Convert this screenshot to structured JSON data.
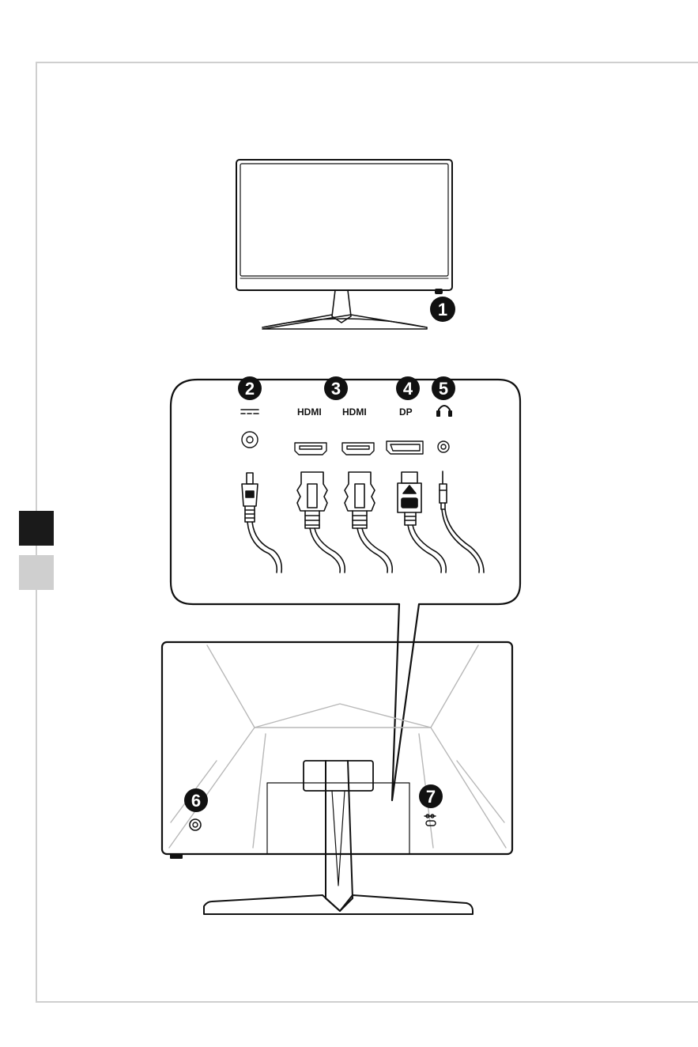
{
  "callouts": {
    "c1": "1",
    "c2": "2",
    "c3": "3",
    "c4": "4",
    "c5": "5",
    "c6": "6",
    "c7": "7"
  },
  "port_labels": {
    "hdmi_1": "HDMI",
    "hdmi_2": "HDMI",
    "dp": "DP"
  },
  "icons": {
    "power": "dc-power-icon",
    "headphone": "headphone-icon",
    "lock": "kensington-lock-icon"
  },
  "colors": {
    "ink": "#111111",
    "frame": "#cfcfcf",
    "tab_dark": "#1a1a1a",
    "tab_light": "#cfcfcf"
  }
}
